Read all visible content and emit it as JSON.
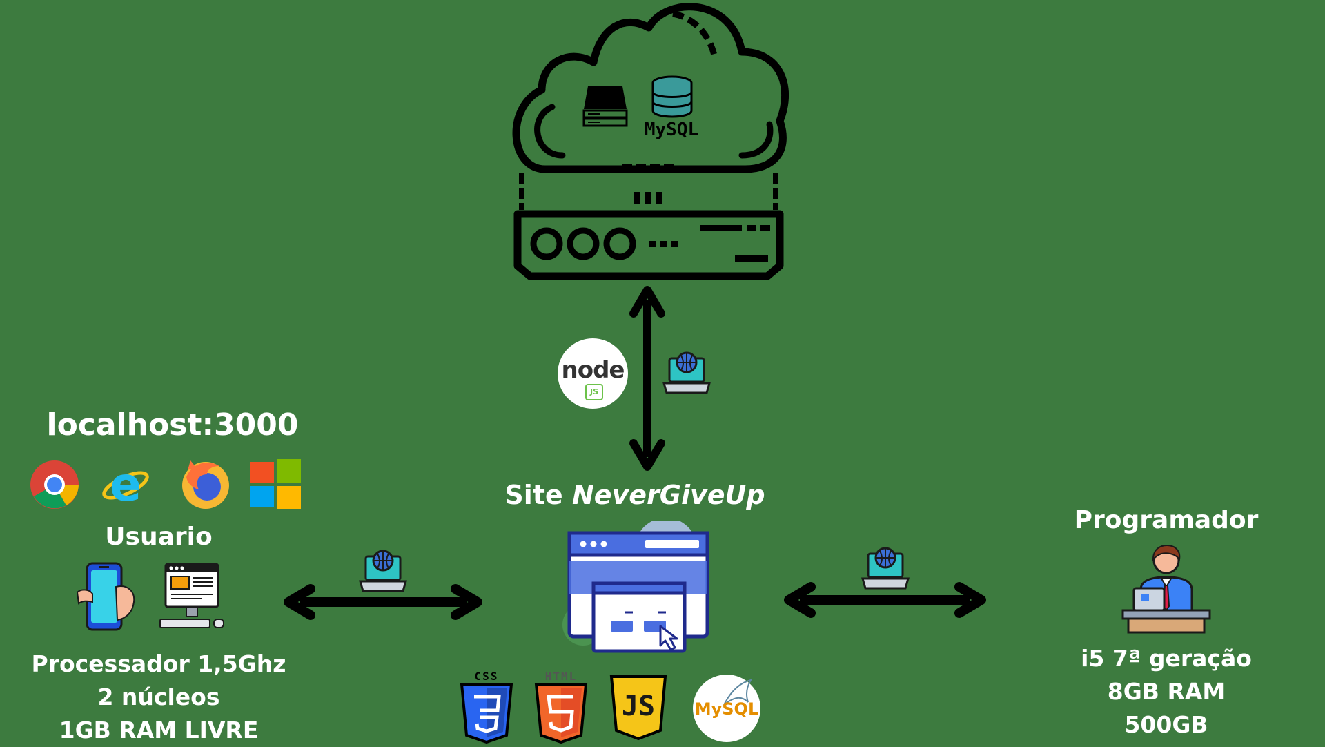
{
  "server": {
    "mysql_label": "MySQL"
  },
  "nodejs": {
    "word": "node",
    "sub": "JS"
  },
  "site": {
    "title_prefix": "Site ",
    "title_name": "NeverGiveUp"
  },
  "user": {
    "url": "localhost:3000",
    "title": "Usuario",
    "specs": [
      "Processador 1,5Ghz",
      "2 núcleos",
      "1GB RAM LIVRE"
    ]
  },
  "programmer": {
    "title": "Programador",
    "specs": [
      "i5 7ª geração",
      "8GB RAM",
      "500GB"
    ]
  },
  "tech": {
    "css_label": "CSS",
    "html_label": "HTML",
    "js_label": "JS",
    "mysql_label": "MySQL"
  },
  "colors": {
    "background": "#3d7b3f",
    "line": "#000000",
    "text": "#ffffff"
  },
  "icons": [
    "cloud-server-icon",
    "server-rack-icon",
    "database-icon",
    "nodejs-logo-icon",
    "laptop-globe-icon",
    "chrome-icon",
    "internet-explorer-icon",
    "firefox-icon",
    "windows-icon",
    "smartphone-icon",
    "desktop-computer-icon",
    "browser-window-icon",
    "css3-icon",
    "html5-icon",
    "javascript-icon",
    "mysql-icon",
    "programmer-icon"
  ]
}
